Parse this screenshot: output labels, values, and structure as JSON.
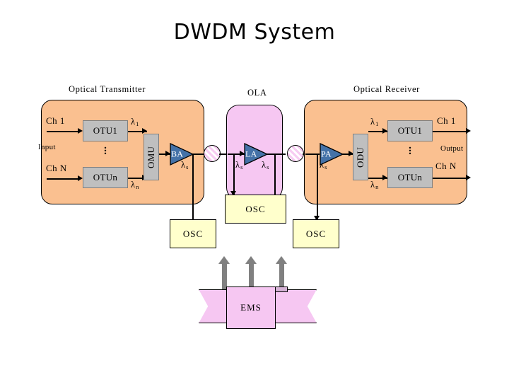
{
  "page": {
    "title": "DWDM System",
    "background_color": "#ffffff"
  },
  "colors": {
    "terminal_panel": "#fac090",
    "ola_panel": "#f6c7f2",
    "unit_box": "#bfbfbf",
    "osc_box": "#ffffcc",
    "amplifier": "#4472a8",
    "ems_banner": "#f6c7f2",
    "arrow_gray": "#808080",
    "line": "#000000"
  },
  "captions": {
    "transmitter": "Optical  Transmitter",
    "ola": "OLA",
    "receiver": "Optical  Receiver"
  },
  "transmitter": {
    "channel_top": "Ch 1",
    "channel_bottom": "Ch N",
    "io_label": "Input",
    "otu_top": "OTU1",
    "otu_bottom": "OTUn",
    "mux": "OMU",
    "amplifier": "BA",
    "lambda_top": "λ",
    "lambda_top_sub": "1",
    "lambda_bottom": "λ",
    "lambda_bottom_sub": "n",
    "lambda_s": "λ",
    "lambda_s_sub": "s",
    "ellipsis": "⋮"
  },
  "ola": {
    "amplifier": "LA",
    "lambda_in": "λ",
    "lambda_in_sub": "s",
    "lambda_out": "λ",
    "lambda_out_sub": "s"
  },
  "receiver": {
    "channel_top": "Ch 1",
    "channel_bottom": "Ch N",
    "io_label": "Output",
    "otu_top": "OTU1",
    "otu_bottom": "OTUn",
    "demux": "ODU",
    "amplifier": "PA",
    "lambda_top": "λ",
    "lambda_top_sub": "1",
    "lambda_bottom": "λ",
    "lambda_bottom_sub": "n",
    "lambda_s": "λ",
    "lambda_s_sub": "s",
    "ellipsis": "⋮"
  },
  "osc": {
    "left_label": "OSC",
    "center_label": "OSC",
    "right_label": "OSC"
  },
  "ems": {
    "label": "EMS"
  }
}
